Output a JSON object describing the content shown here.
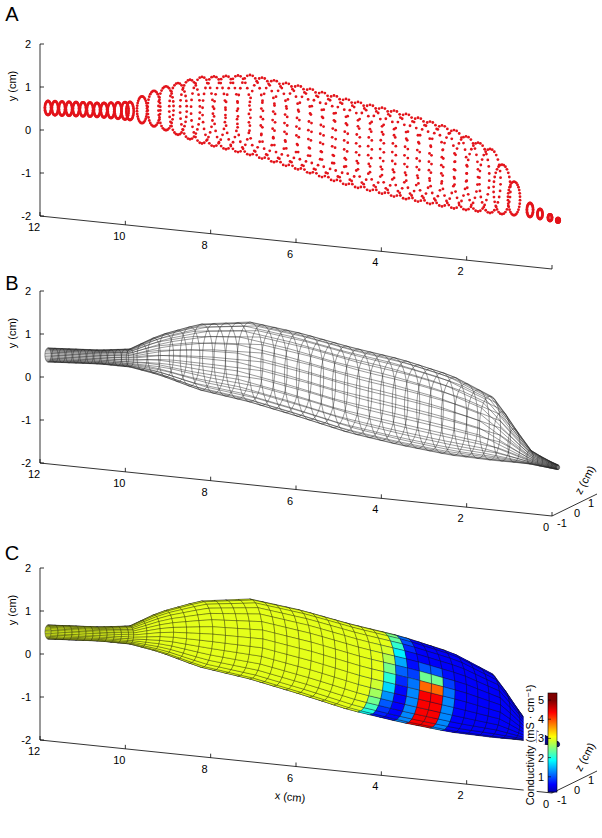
{
  "diagram": {
    "labels": [
      "A",
      "2",
      "1",
      "0",
      "-1",
      "-2",
      "y (cm)",
      "12",
      "10",
      "8",
      "6",
      "4",
      "2",
      "B",
      "2",
      "1",
      "0",
      "-1",
      "-2",
      "y (cm)",
      "12",
      "10",
      "8",
      "6",
      "4",
      "2",
      "0",
      "-1",
      "0",
      "1",
      "z (cm)",
      "C",
      "2",
      "1",
      "0",
      "-1",
      "-2",
      "y (cm)",
      "12",
      "10",
      "8",
      "6",
      "4",
      "2",
      "0",
      "x (cm)",
      "-1",
      "0",
      "1",
      "z (cm)",
      "Conductivity (mS · cm⁻¹)",
      "5",
      "4",
      "3",
      "2",
      "1"
    ]
  }
}
